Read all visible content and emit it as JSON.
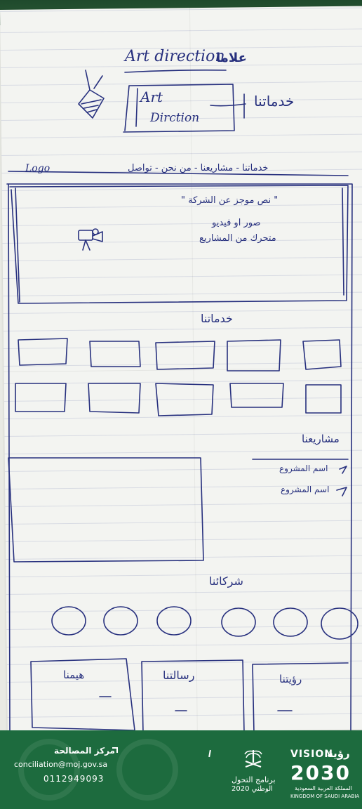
{
  "sketch": {
    "art_direction_title": "Art direction",
    "art_direction_title_ar": "علاما",
    "box_line1": "Art",
    "box_line2": "Dirction",
    "services_title_top": "خدماتنا",
    "logo": "Logo",
    "nav": "خدماتنا - مشاريعنا - من نحن - تواصل",
    "hero_line1": "\" نص موجز عن الشركة \"",
    "hero_line2": "صور او فيديو",
    "hero_line3": "متحرك من المشاريع",
    "services_title": "خدماتنا",
    "projects_title": "مشاريعنا",
    "project_item1": "اسم المشروع",
    "project_item2": "اسم المشروع",
    "partners_title": "شركائنا",
    "card_about": "هيمنا",
    "card_message": "رسالتنا",
    "card_vision": "رؤيتنا"
  },
  "footer": {
    "org_name": "مركز المصالحة",
    "email": "conciliation@moj.gov.sa",
    "phone": "0112949093",
    "ntp_line1": "برنامج التحول",
    "ntp_line2": "الوطني 2020",
    "vision_label_en": "VISION",
    "vision_label_ar": "رؤية",
    "vision_year": "2030",
    "kingdom_ar": "المملكة العربية السعودية",
    "kingdom_en": "KINGDOM OF SAUDI ARABIA"
  },
  "colors": {
    "ink": "#27307e",
    "footer_green": "#1d6b3e",
    "desk_green": "#2c5a36"
  }
}
